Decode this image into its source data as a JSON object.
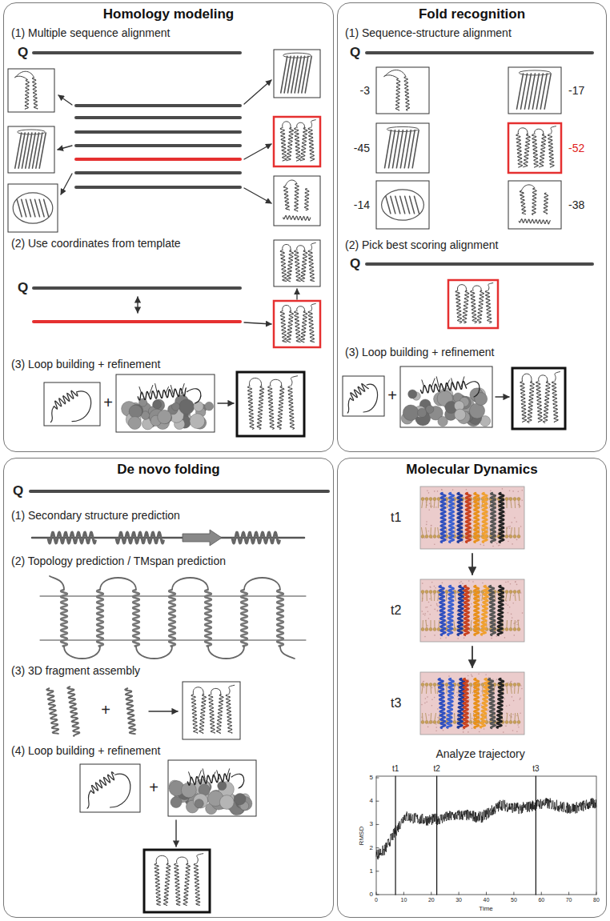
{
  "diagram": {
    "nodes": [
      {
        "text": [
          "Homology modeling"
        ]
      },
      {
        "text": [
          "Fold recognition"
        ]
      },
      {
        "text": [
          "De novo folding"
        ]
      },
      {
        "text": [
          "Molecular Dynamics"
        ]
      }
    ],
    "labels": [
      "(1) Multiple sequence alignment",
      "Q",
      "(2) Use coordinates from template",
      "Q",
      "(3) Loop building + refinement",
      "+",
      "(1) Sequence-structure alignment",
      "Q",
      "-3",
      "-17",
      "-45",
      "-52",
      "-14",
      "-38",
      "(2) Pick best scoring alignment",
      "Q",
      "(3) Loop building + refinement",
      "+",
      "Q",
      "(1) Secondary structure prediction",
      "(2) Topology prediction / TMspan prediction",
      "(3) 3D fragment assembly",
      "+",
      "(4) Loop building + refinement",
      "+",
      "t1",
      "t2",
      "t3",
      "Analyze trajectory",
      "t1",
      "t2",
      "t3",
      "0",
      "1",
      "2",
      "3",
      "4",
      "5",
      "0",
      "10",
      "20",
      "30",
      "40",
      "50",
      "60",
      "70",
      "80",
      "RMSD",
      "Time"
    ]
  }
}
